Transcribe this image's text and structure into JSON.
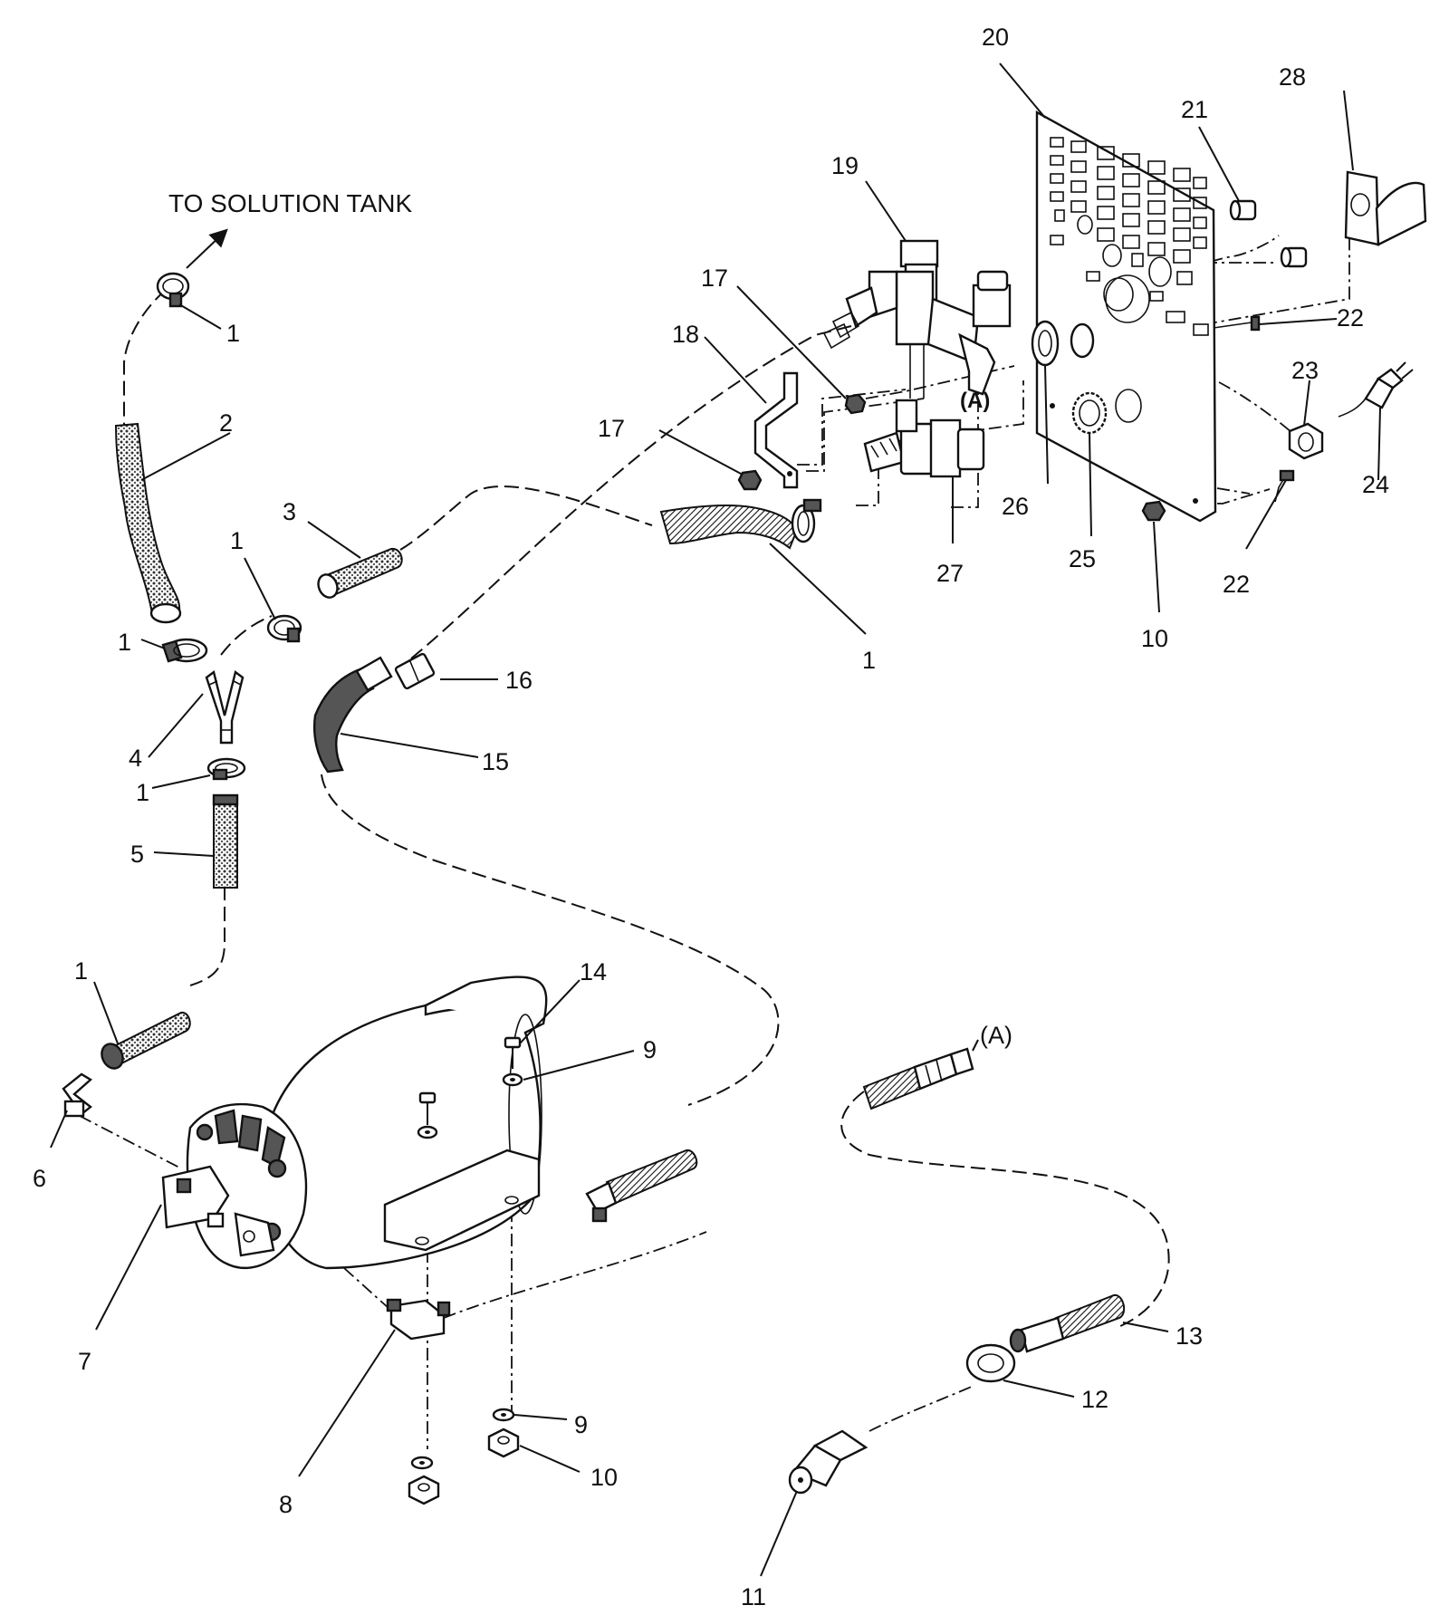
{
  "diagram": {
    "heading": "TO SOLUTION TANK",
    "connector_a": "(A)",
    "connector_a_outside": "(A)",
    "callouts": [
      "1",
      "1",
      "1",
      "1",
      "1",
      "1",
      "2",
      "3",
      "4",
      "5",
      "6",
      "7",
      "8",
      "9",
      "9",
      "10",
      "10",
      "11",
      "12",
      "13",
      "14",
      "15",
      "16",
      "17",
      "17",
      "18",
      "19",
      "20",
      "21",
      "22",
      "22",
      "23",
      "24",
      "25",
      "26",
      "27",
      "28"
    ]
  }
}
